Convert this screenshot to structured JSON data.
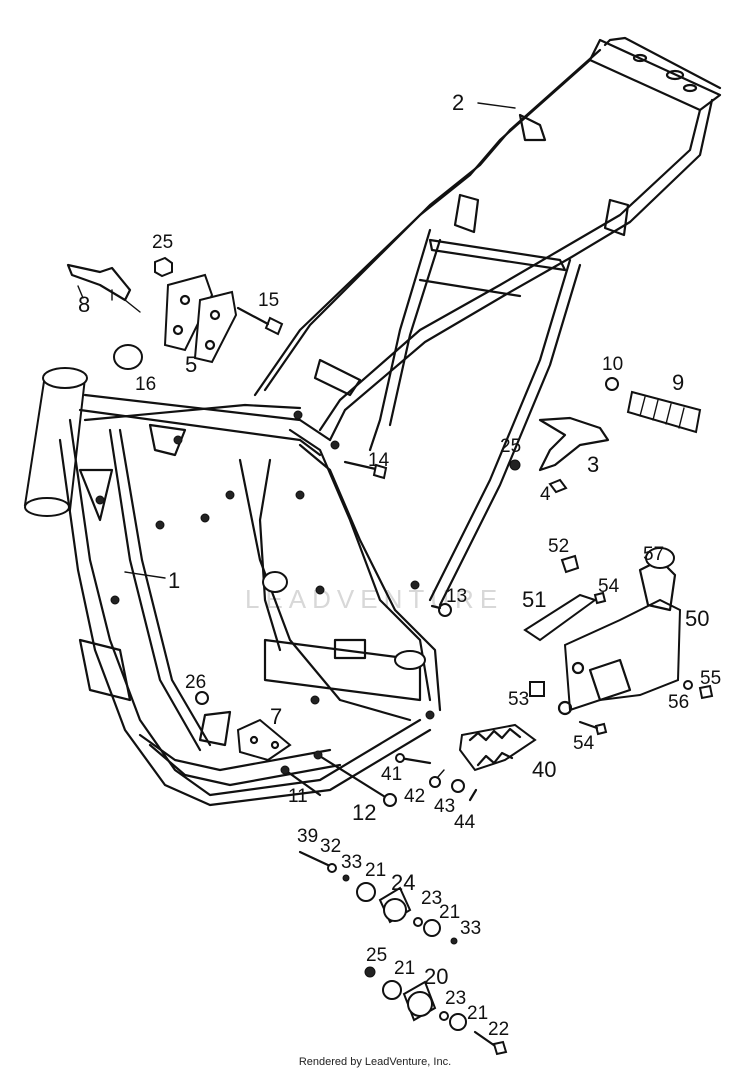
{
  "labels": {
    "l1": "1",
    "l2": "2",
    "l3": "3",
    "l4": "4",
    "l5": "5",
    "l7": "7",
    "l8": "8",
    "l9": "9",
    "l10": "10",
    "l11": "11",
    "l12": "12",
    "l13": "13",
    "l14": "14",
    "l15": "15",
    "l16": "16",
    "l20": "20",
    "l21a": "21",
    "l21b": "21",
    "l21c": "21",
    "l21d": "21",
    "l22": "22",
    "l23a": "23",
    "l23b": "23",
    "l24": "24",
    "l25a": "25",
    "l25b": "25",
    "l25c": "25",
    "l26": "26",
    "l32": "32",
    "l33a": "33",
    "l33b": "33",
    "l39": "39",
    "l40": "40",
    "l41": "41",
    "l42": "42",
    "l43": "43",
    "l44": "44",
    "l50": "50",
    "l51": "51",
    "l52": "52",
    "l53": "53",
    "l54a": "54",
    "l54b": "54",
    "l55": "55",
    "l56": "56",
    "l57": "57"
  },
  "watermark": "LEADVENTURE",
  "footer": "Rendered by LeadVenture, Inc."
}
